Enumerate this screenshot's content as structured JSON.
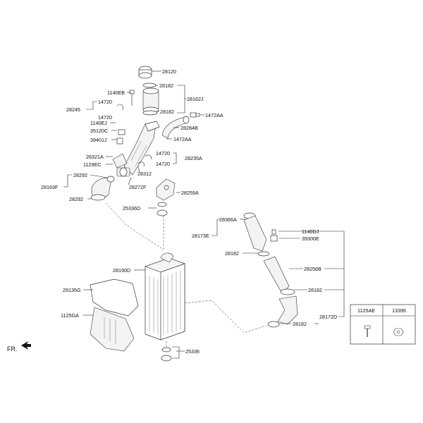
{
  "labels": {
    "p28120": "28120",
    "p28182a": "28182",
    "p1140EB": "1140EB",
    "p28162J": "28162J",
    "p28245": "28245",
    "p14720a": "14720",
    "p28182b": "28182",
    "p1472AAa": "1472AA",
    "p14720b": "14720",
    "p1140EJ": "1140EJ",
    "p28284B": "28284B",
    "p35120C": "35120C",
    "p39401J": "39401J",
    "p1472AAb": "1472AA",
    "p14720c": "14720",
    "p26321A": "26321A",
    "p28235A": "28235A",
    "p1129EC": "1129EC",
    "p14720d": "14720",
    "p28312": "28312",
    "p28292a": "28292",
    "p28163F": "28163F",
    "p28272F": "28272F",
    "p28259A": "28259A",
    "p28292b": "28292",
    "p25336D": "25336D",
    "p28366A": "28366A",
    "p1140DJ": "1140DJ",
    "p28173E": "28173E",
    "p39300E": "39300E",
    "p28182c": "28182",
    "p28190D": "28190D",
    "p28256B": "28256B",
    "p29135G": "29135G",
    "p28182d": "28182",
    "p1125GA": "1125GA",
    "p28172D": "28172D",
    "p28182e": "28182",
    "p25336": "25336",
    "fr": "FR."
  },
  "table": {
    "col1": "1125AE",
    "col2": "13396"
  }
}
